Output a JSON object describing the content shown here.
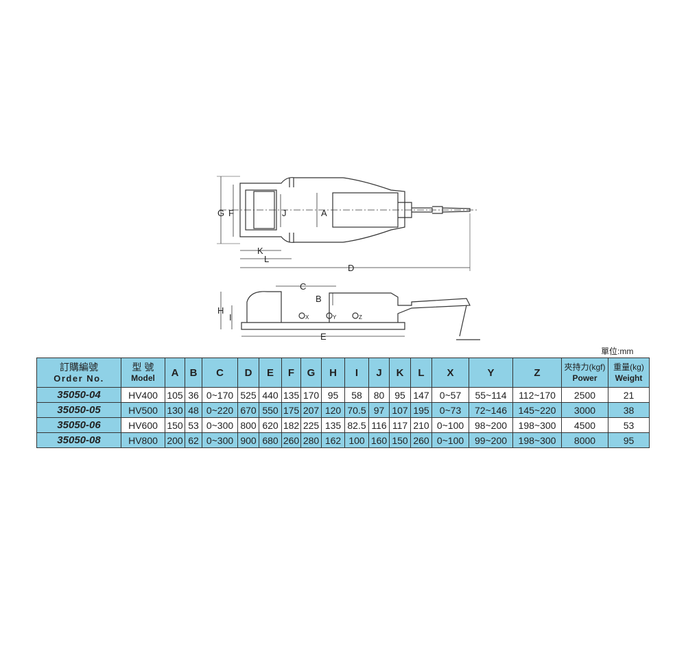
{
  "drawing": {
    "top_labels": [
      "G",
      "F",
      "J",
      "A",
      "K",
      "L",
      "D"
    ],
    "side_labels": [
      "C",
      "B",
      "H",
      "I",
      "X",
      "Y",
      "Z",
      "E"
    ]
  },
  "unit_label": "單位:mm",
  "table": {
    "header": {
      "order_zh": "訂購編號",
      "order_en": "Order No.",
      "model_zh": "型 號",
      "model_en": "Model",
      "dims": [
        "A",
        "B",
        "C",
        "D",
        "E",
        "F",
        "G",
        "H",
        "I",
        "J",
        "K",
        "L",
        "X",
        "Y",
        "Z"
      ],
      "power_zh": "夾持力(kgf)",
      "power_en": "Power",
      "weight_zh": "重量(kg)",
      "weight_en": "Weight"
    },
    "rows": [
      {
        "order": "35050-04",
        "model": "HV400",
        "v": [
          "105",
          "36",
          "0~170",
          "525",
          "440",
          "135",
          "170",
          "95",
          "58",
          "80",
          "95",
          "147",
          "0~57",
          "55~114",
          "112~170"
        ],
        "power": "2500",
        "weight": "21"
      },
      {
        "order": "35050-05",
        "model": "HV500",
        "v": [
          "130",
          "48",
          "0~220",
          "670",
          "550",
          "175",
          "207",
          "120",
          "70.5",
          "97",
          "107",
          "195",
          "0~73",
          "72~146",
          "145~220"
        ],
        "power": "3000",
        "weight": "38"
      },
      {
        "order": "35050-06",
        "model": "HV600",
        "v": [
          "150",
          "53",
          "0~300",
          "800",
          "620",
          "182",
          "225",
          "135",
          "82.5",
          "116",
          "117",
          "210",
          "0~100",
          "98~200",
          "198~300"
        ],
        "power": "4500",
        "weight": "53"
      },
      {
        "order": "35050-08",
        "model": "HV800",
        "v": [
          "200",
          "62",
          "0~300",
          "900",
          "680",
          "260",
          "280",
          "162",
          "100",
          "160",
          "150",
          "260",
          "0~100",
          "99~200",
          "198~300"
        ],
        "power": "8000",
        "weight": "95"
      }
    ]
  }
}
